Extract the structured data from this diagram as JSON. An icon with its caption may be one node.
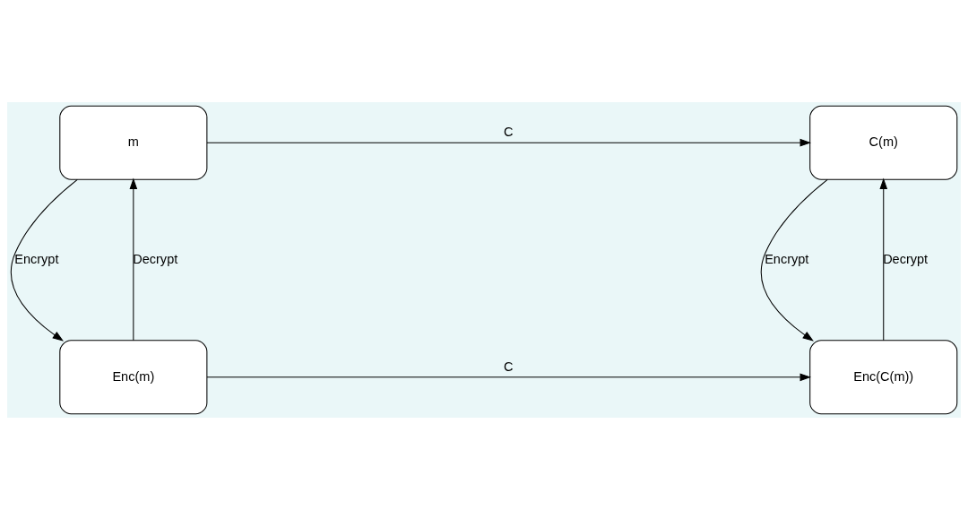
{
  "diagram": {
    "nodes": [
      {
        "text": [
          "m"
        ]
      },
      {
        "text": [
          "C(m)"
        ]
      },
      {
        "text": [
          "Enc(m)"
        ]
      },
      {
        "text": [
          "Enc(C(m))"
        ]
      }
    ],
    "edges": [
      {
        "from": 0,
        "to": 1,
        "arrow": "to",
        "label": "C"
      },
      {
        "from": 2,
        "to": 0,
        "arrow": "to",
        "label": "Decrypt"
      },
      {
        "from": 0,
        "to": 2,
        "arrow": "to",
        "label": "Encrypt"
      },
      {
        "from": 3,
        "to": 1,
        "arrow": "to",
        "label": "Decrypt"
      },
      {
        "from": 1,
        "to": 3,
        "arrow": "to",
        "label": "Encrypt"
      },
      {
        "from": 2,
        "to": 3,
        "arrow": "to",
        "label": "C"
      }
    ]
  }
}
